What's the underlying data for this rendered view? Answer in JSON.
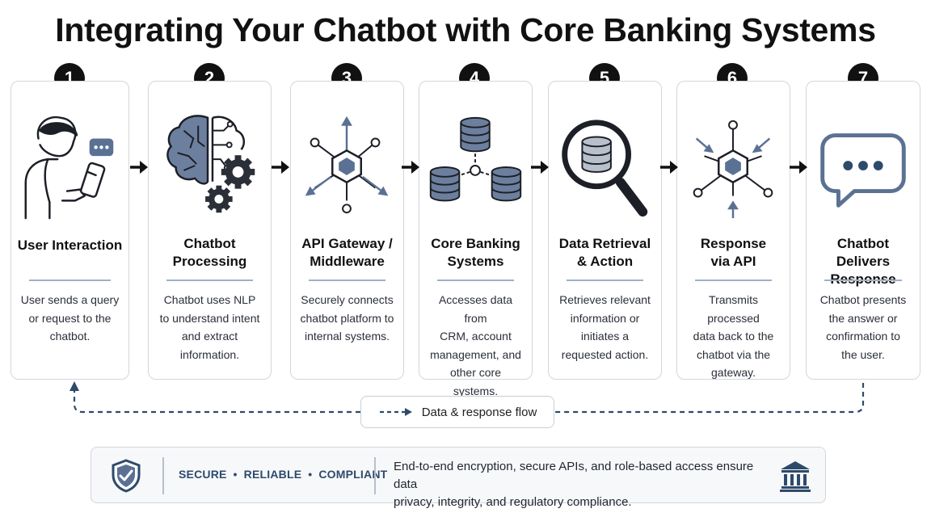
{
  "title": "Integrating Your Chatbot with Core Banking Systems",
  "steps": [
    {
      "num": "1",
      "title_line1": "User Interaction",
      "title_line2": "",
      "desc": [
        "User sends a query",
        "or request to the",
        "chatbot."
      ]
    },
    {
      "num": "2",
      "title_line1": "Chatbot",
      "title_line2": "Processing",
      "desc": [
        "Chatbot uses NLP",
        "to understand intent",
        "and extract",
        "information."
      ]
    },
    {
      "num": "3",
      "title_line1": "API Gateway /",
      "title_line2": "Middleware",
      "desc": [
        "Securely connects",
        "chatbot platform to",
        "internal systems."
      ]
    },
    {
      "num": "4",
      "title_line1": "Core Banking",
      "title_line2": "Systems",
      "desc": [
        "Accesses data from",
        "CRM, account",
        "management, and",
        "other core systems."
      ]
    },
    {
      "num": "5",
      "title_line1": "Data Retrieval",
      "title_line2": "& Action",
      "desc": [
        "Retrieves relevant",
        "information or",
        "initiates a",
        "requested action."
      ]
    },
    {
      "num": "6",
      "title_line1": "Response",
      "title_line2": "via API",
      "desc": [
        "Transmits processed",
        "data back to the",
        "chatbot via the",
        "gateway."
      ]
    },
    {
      "num": "7",
      "title_line1": "Chatbot Delivers",
      "title_line2": "Response",
      "desc": [
        "Chatbot presents",
        "the answer or",
        "confirmation to",
        "the user."
      ]
    }
  ],
  "flow_label": "Data & response flow",
  "footer": {
    "tag1": "SECURE",
    "tag2": "RELIABLE",
    "tag3": "COMPLIANT",
    "text_line1": "End-to-end encryption, secure APIs, and role-based access ensure data",
    "text_line2": "privacy, integrity, and regulatory compliance."
  },
  "colors": {
    "accent": "#5b7194",
    "dark": "#1c1f26",
    "line": "#2e4a6b"
  }
}
